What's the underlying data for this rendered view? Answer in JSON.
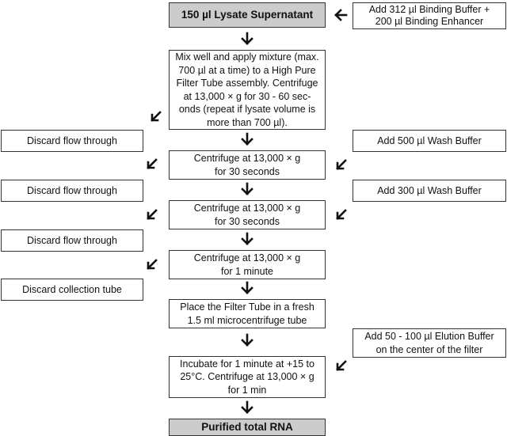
{
  "start": {
    "label": "150 µl Lysate Supernatant"
  },
  "add_binding": {
    "lines": [
      "Add 312 µl Binding Buffer +",
      "200 µl Binding Enhancer"
    ]
  },
  "step_mix": {
    "lines": [
      "Mix well and apply mixture (max.",
      "700 µl at a time) to a High Pure",
      "Filter Tube assembly. Centrifuge",
      "at 13,000 × g for 30 - 60 sec-",
      "onds (repeat if lysate volume is",
      "more than 700 µl)."
    ]
  },
  "discard_1": {
    "label": "Discard flow through"
  },
  "add_wash_500": {
    "label": "Add 500 µl Wash Buffer"
  },
  "step_cent_1": {
    "lines": [
      "Centrifuge at 13,000 × g",
      "for 30 seconds"
    ]
  },
  "discard_2": {
    "label": "Discard flow through"
  },
  "add_wash_300": {
    "label": "Add 300 µl Wash Buffer"
  },
  "step_cent_2": {
    "lines": [
      "Centrifuge at 13,000 × g",
      "for 30 seconds"
    ]
  },
  "discard_3": {
    "label": "Discard flow through"
  },
  "step_cent_3": {
    "lines": [
      "Centrifuge at 13,000 × g",
      "for 1 minute"
    ]
  },
  "discard_tube": {
    "label": "Discard collection tube"
  },
  "step_place": {
    "lines": [
      "Place the Filter Tube in a fresh",
      "1.5 ml microcentrifuge tube"
    ]
  },
  "add_elution": {
    "lines": [
      "Add 50 - 100 µl Elution Buffer",
      "on the center of the filter"
    ]
  },
  "step_incubate": {
    "lines": [
      "Incubate for 1 minute at +15 to",
      "25°C. Centrifuge at 13,000 × g",
      "for 1 min"
    ]
  },
  "end": {
    "label": "Purified total RNA"
  },
  "colors": {
    "terminal_fill": "#cccccc",
    "border": "#333333",
    "arrow": "#111111"
  }
}
